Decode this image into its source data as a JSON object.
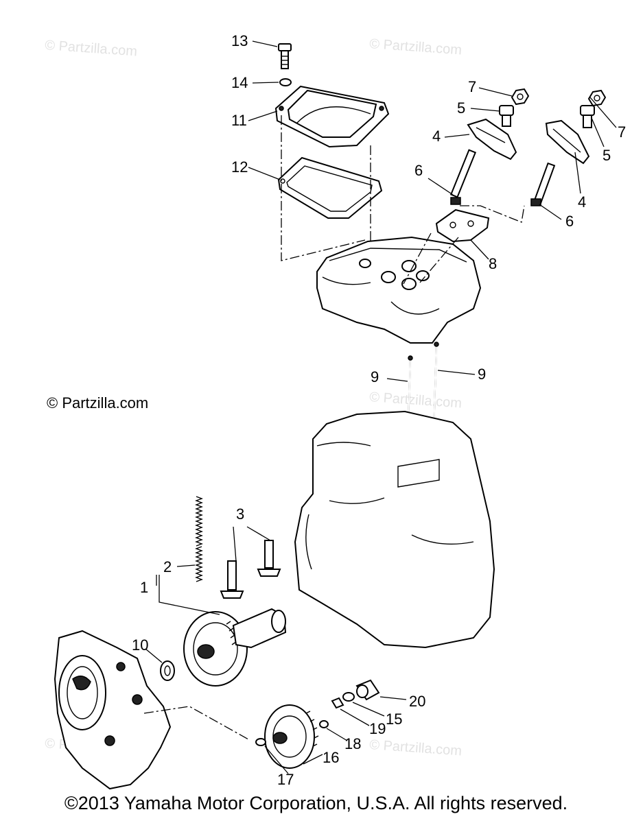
{
  "watermarks": [
    "© Partzilla.com",
    "© Partzilla.com",
    "© Partzilla.com",
    "© Partzilla.com",
    "© Partzilla.com"
  ],
  "main_watermark": "© Partzilla.com",
  "copyright": "©2013 Yamaha Motor Corporation, U.S.A. All rights reserved.",
  "callouts": {
    "c1": "1",
    "c2": "2",
    "c3": "3",
    "c4a": "4",
    "c4b": "4",
    "c5a": "5",
    "c5b": "5",
    "c6a": "6",
    "c6b": "6",
    "c7a": "7",
    "c7b": "7",
    "c8": "8",
    "c9a": "9",
    "c9b": "9",
    "c10": "10",
    "c11": "11",
    "c12": "12",
    "c13": "13",
    "c14": "14",
    "c15": "15",
    "c16": "16",
    "c17": "17",
    "c18": "18",
    "c19": "19",
    "c20": "20"
  }
}
